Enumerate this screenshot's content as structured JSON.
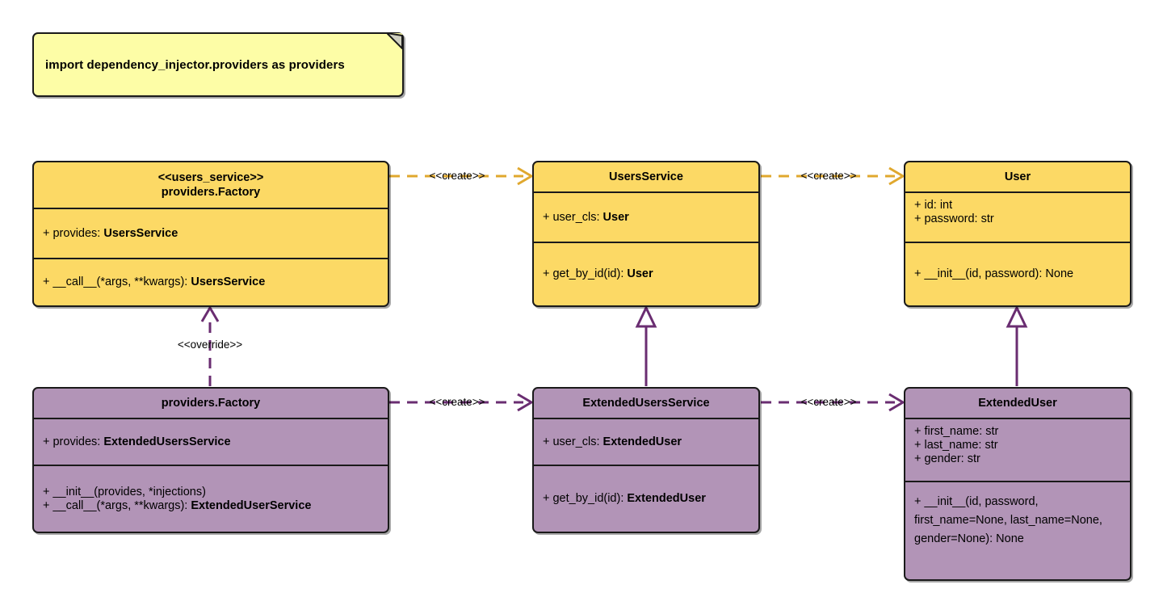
{
  "diagram": {
    "title": "Dependency Injector providers UML class diagram",
    "colors": {
      "yellow_fill": "#fcd965",
      "purple_fill": "#b294b7",
      "note_fill": "#fdfda6",
      "border": "#1a1a1a",
      "yellow_edge": "#e0a82e",
      "purple_edge": "#6a2d71"
    }
  },
  "note": {
    "text": "import dependency_injector.providers as providers"
  },
  "classes": {
    "users_service_factory": {
      "stereotype": "<<users_service>>",
      "name": "providers.Factory",
      "attributes": [
        {
          "prefix": "+ provides: ",
          "emphasis": "UsersService"
        }
      ],
      "methods": [
        {
          "prefix": "+ __call__(*args, **kwargs): ",
          "emphasis": "UsersService"
        }
      ]
    },
    "users_service": {
      "stereotype": "",
      "name": "UsersService",
      "attributes": [
        {
          "prefix": "+ user_cls: ",
          "emphasis": "User"
        }
      ],
      "methods": [
        {
          "prefix": "+ get_by_id(id): ",
          "emphasis": "User"
        }
      ]
    },
    "user": {
      "stereotype": "",
      "name": "User",
      "attributes": [
        {
          "prefix": "+ id: int",
          "emphasis": ""
        },
        {
          "prefix": "+ password: str",
          "emphasis": ""
        }
      ],
      "methods": [
        {
          "prefix": "+ __init__(id, password): None",
          "emphasis": ""
        }
      ]
    },
    "extended_factory": {
      "stereotype": "",
      "name": "providers.Factory",
      "attributes": [
        {
          "prefix": "+ provides: ",
          "emphasis": "ExtendedUsersService"
        }
      ],
      "methods": [
        {
          "prefix": "+ __init__(provides, *injections)",
          "emphasis": ""
        },
        {
          "prefix": "+ __call__(*args, **kwargs): ",
          "emphasis": "ExtendedUserService"
        }
      ]
    },
    "extended_users_service": {
      "stereotype": "",
      "name": "ExtendedUsersService",
      "attributes": [
        {
          "prefix": "+ user_cls: ",
          "emphasis": "ExtendedUser"
        }
      ],
      "methods": [
        {
          "prefix": "+ get_by_id(id): ",
          "emphasis": "ExtendedUser"
        }
      ]
    },
    "extended_user": {
      "stereotype": "",
      "name": "ExtendedUser",
      "attributes": [
        {
          "prefix": "+ first_name: str",
          "emphasis": ""
        },
        {
          "prefix": "+ last_name: str",
          "emphasis": ""
        },
        {
          "prefix": "+ gender: str",
          "emphasis": ""
        }
      ],
      "methods": [
        {
          "prefix": "+ __init__(id, password, first_name=None, last_name=None, gender=None): None",
          "emphasis": ""
        }
      ]
    }
  },
  "edges": {
    "create_top_left": {
      "label": "<<create>>",
      "kind": "dependency",
      "color": "#e0a82e"
    },
    "create_top_right": {
      "label": "<<create>>",
      "kind": "dependency",
      "color": "#e0a82e"
    },
    "create_bottom_left": {
      "label": "<<create>>",
      "kind": "dependency",
      "color": "#6a2d71"
    },
    "create_bottom_right": {
      "label": "<<create>>",
      "kind": "dependency",
      "color": "#6a2d71"
    },
    "override": {
      "label": "<<override>>",
      "kind": "dependency",
      "color": "#6a2d71"
    },
    "inherit_service": {
      "label": "",
      "kind": "generalization",
      "color": "#6a2d71"
    },
    "inherit_user": {
      "label": "",
      "kind": "generalization",
      "color": "#6a2d71"
    }
  }
}
